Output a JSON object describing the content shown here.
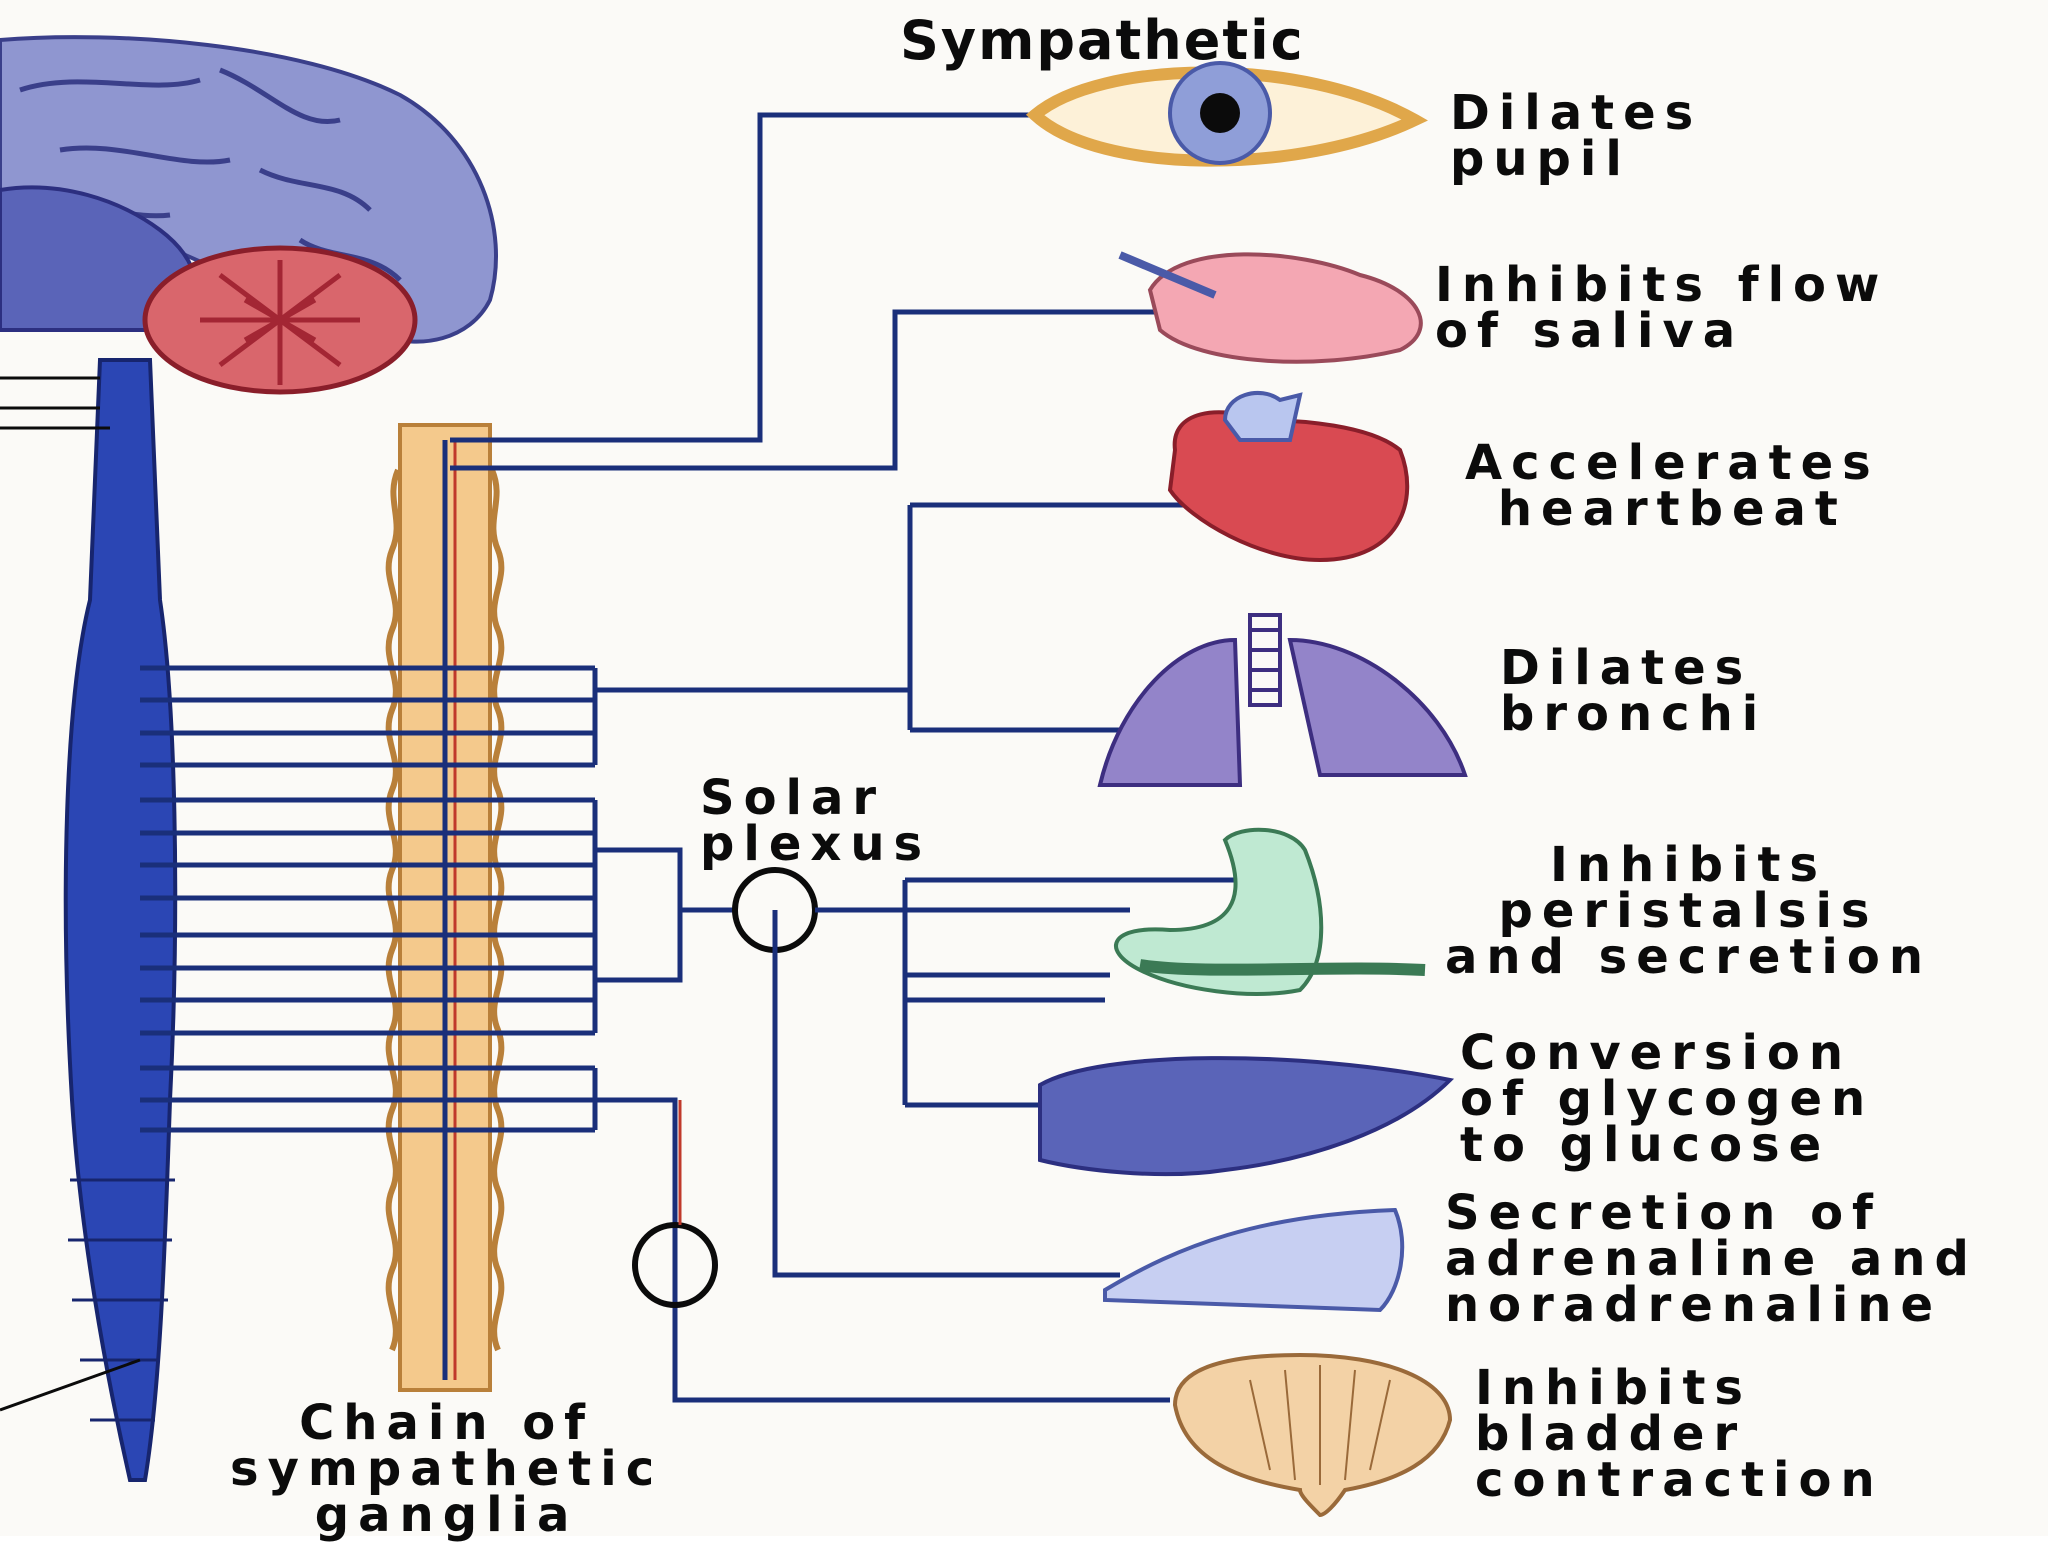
{
  "title": "Sympathetic",
  "effects": {
    "eye": "Dilates\npupil",
    "salivary": "Inhibits flow\nof saliva",
    "heart": "Accelerates\nheartbeat",
    "lungs": "Dilates\nbronchi",
    "stomach": "Inhibits\nperistalsis\nand secretion",
    "liver": "Conversion\nof glycogen\nto glucose",
    "adrenal": "Secretion of\nadrenaline and\nnoradrenaline",
    "bladder": "Inhibits\nbladder\ncontraction"
  },
  "structures": {
    "solar_plexus": "Solar\nplexus",
    "ganglia_chain": "Chain of\nsympathetic\nganglia"
  },
  "colors": {
    "nerve": "#1a2f7a",
    "spinal_cord": "#2b46b4",
    "ganglia": "#f4c98c",
    "brain": "#8f96d0",
    "cerebellum": "#d9666c"
  }
}
